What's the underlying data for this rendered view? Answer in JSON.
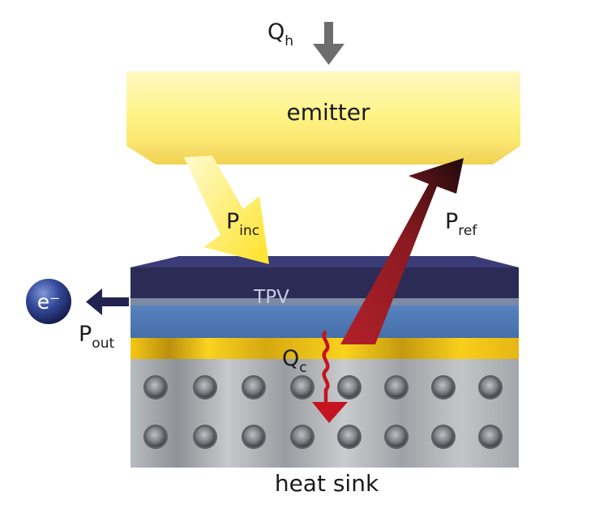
{
  "labels": {
    "q_h": {
      "main": "Q",
      "sub": "h"
    },
    "emitter": "emitter",
    "p_inc": {
      "main": "P",
      "sub": "inc"
    },
    "p_ref": {
      "main": "P",
      "sub": "ref"
    },
    "tpv": "TPV",
    "electron": "e⁻",
    "p_out": {
      "main": "P",
      "sub": "out"
    },
    "q_c": {
      "main": "Q",
      "sub": "c"
    },
    "heat_sink": "heat sink"
  },
  "colors": {
    "emitter_yellow": "#fff59a",
    "tpv_top_layer": "#2a2a52",
    "tpv_mid_layer": "#4f7ab8",
    "gold_contact": "#f2c21a",
    "heat_sink_gray": "#a8abaf",
    "reflected_arrow": "#9e1c22",
    "electron_ball": "#2b3f8c"
  }
}
